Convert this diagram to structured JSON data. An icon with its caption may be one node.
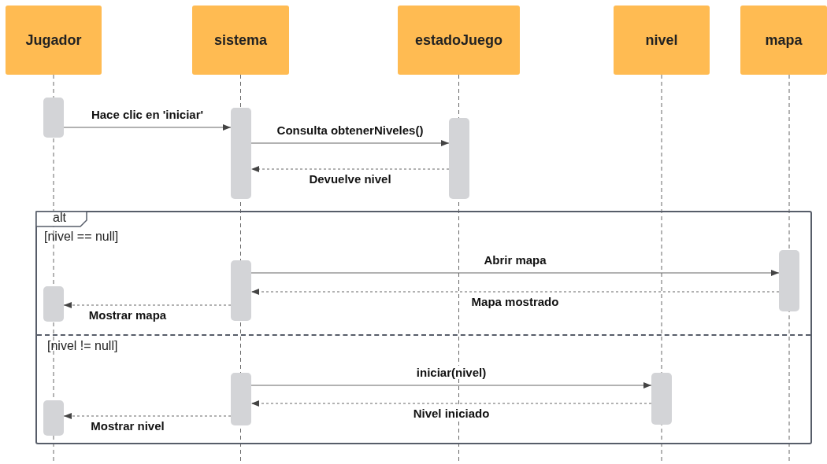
{
  "diagram": {
    "nodes": [
      {
        "text": [
          "Jugador"
        ]
      },
      {
        "text": [
          "sistema"
        ]
      },
      {
        "text": [
          "estadoJuego"
        ]
      },
      {
        "text": [
          "nivel"
        ]
      },
      {
        "text": [
          "mapa"
        ]
      },
      {
        "text": [],
        "shape": "bar"
      },
      {
        "text": [],
        "shape": "bar"
      },
      {
        "text": [],
        "shape": "bar"
      },
      {
        "text": [
          "alt",
          "[nivel == null]",
          "[nivel != null]"
        ]
      },
      {
        "text": [],
        "shape": "bar",
        "in": 8
      },
      {
        "text": [],
        "shape": "bar",
        "in": 8
      },
      {
        "text": [],
        "shape": "bar",
        "in": 8
      },
      {
        "text": [],
        "shape": "bar",
        "in": 8
      },
      {
        "text": [],
        "shape": "bar",
        "in": 8
      },
      {
        "text": [],
        "shape": "bar",
        "in": 8
      }
    ],
    "edges": [
      {
        "from": 5,
        "to": 6,
        "arrow": "to",
        "label": "Hace clic en 'iniciar'"
      },
      {
        "from": 6,
        "to": 7,
        "arrow": "to",
        "label": "Consulta obtenerNiveles()"
      },
      {
        "from": 7,
        "to": 6,
        "arrow": "to",
        "label": "Devuelve nivel",
        "style": "dashed"
      },
      {
        "from": 10,
        "to": 9,
        "arrow": "to",
        "label": "Abrir mapa"
      },
      {
        "from": 9,
        "to": 10,
        "arrow": "to",
        "label": "Mapa mostrado",
        "style": "dashed"
      },
      {
        "from": 10,
        "to": 11,
        "arrow": "to",
        "label": "Mostrar mapa",
        "style": "dashed"
      },
      {
        "from": 12,
        "to": 13,
        "arrow": "to",
        "label": "iniciar(nivel)"
      },
      {
        "from": 13,
        "to": 12,
        "arrow": "to",
        "label": "Nivel iniciado",
        "style": "dashed"
      },
      {
        "from": 12,
        "to": 14,
        "arrow": "to",
        "label": "Mostrar nivel",
        "style": "dashed"
      }
    ]
  }
}
